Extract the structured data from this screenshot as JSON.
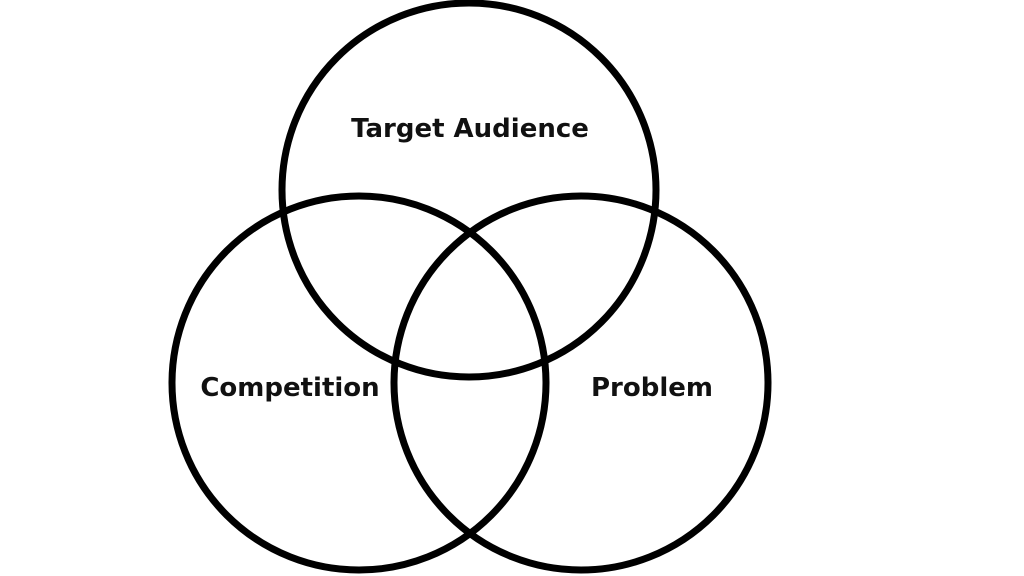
{
  "diagram": {
    "type": "venn",
    "sets": [
      {
        "label": "Target Audience"
      },
      {
        "label": "Competition"
      },
      {
        "label": "Problem"
      }
    ]
  }
}
